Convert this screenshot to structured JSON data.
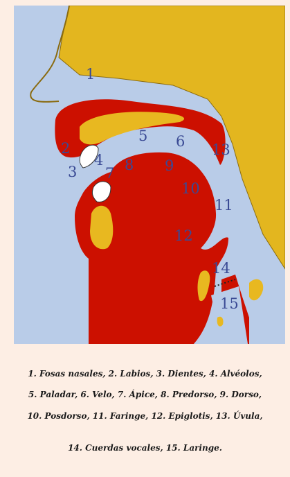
{
  "diagram": {
    "labels": [
      {
        "id": "1",
        "text": "1"
      },
      {
        "id": "2",
        "text": "2"
      },
      {
        "id": "3",
        "text": "3"
      },
      {
        "id": "4",
        "text": "4"
      },
      {
        "id": "5",
        "text": "5"
      },
      {
        "id": "6",
        "text": "6"
      },
      {
        "id": "7",
        "text": "7"
      },
      {
        "id": "8",
        "text": "8"
      },
      {
        "id": "9",
        "text": "9"
      },
      {
        "id": "10",
        "text": "10"
      },
      {
        "id": "11",
        "text": "11"
      },
      {
        "id": "12",
        "text": "12"
      },
      {
        "id": "13",
        "text": "13"
      },
      {
        "id": "14",
        "text": "14"
      },
      {
        "id": "15",
        "text": "15"
      }
    ],
    "colors": {
      "air": "#b9cce8",
      "tissue": "#cc1000",
      "bone": "#e8b820",
      "teeth": "#ffffff",
      "label": "#3a4a94"
    }
  },
  "legend": {
    "lines": [
      "1. Fosas nasales, 2. Labios, 3. Dientes, 4. Alvéolos,",
      "5. Paladar, 6. Velo, 7. Ápice, 8. Predorso, 9. Dorso,",
      "10. Posdorso, 11. Faringe, 12. Epiglotis, 13. Úvula,",
      "14. Cuerdas vocales, 15. Laringe."
    ]
  }
}
